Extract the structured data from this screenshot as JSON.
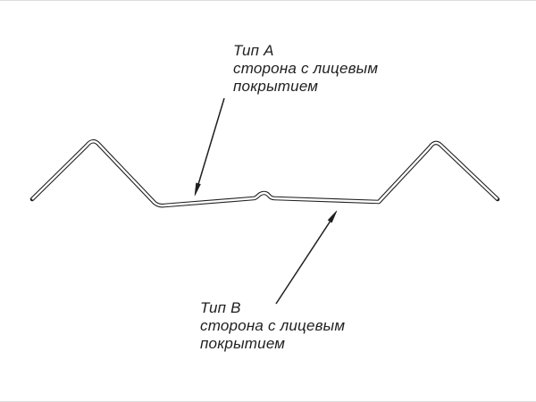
{
  "drawing": {
    "callout_a": {
      "title": "Тип A",
      "line1": "сторона с лицевым",
      "line2": "покрытием"
    },
    "callout_b": {
      "title": "Тип B",
      "line1": "сторона с лицевым",
      "line2": "покрытием"
    }
  },
  "colors": {
    "line": "#1f1f1f",
    "background": "#ffffff"
  }
}
